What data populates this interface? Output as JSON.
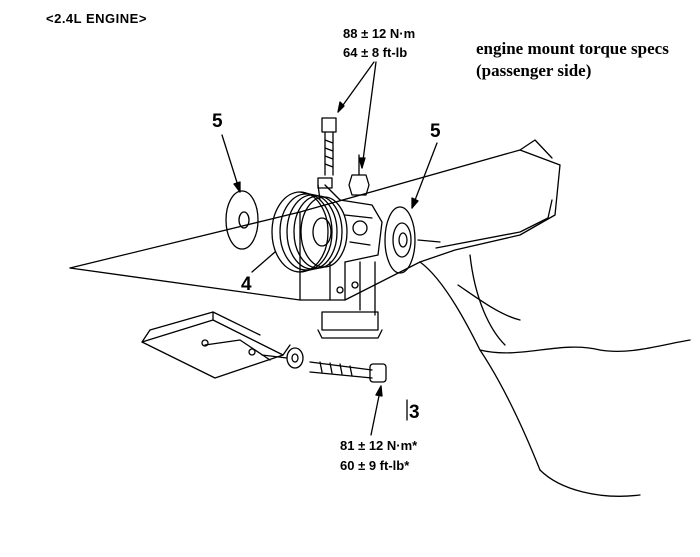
{
  "diagram": {
    "engine_label": "<2.4L ENGINE>",
    "torque_top": {
      "line1": "88 ± 12 N·m",
      "line2": "64 ± 8 ft-lb"
    },
    "torque_bottom": {
      "line1": "81 ± 12 N·m*",
      "line2": "60 ± 9 ft-lb*"
    },
    "note": {
      "line1": "engine mount torque specs",
      "line2": "(passenger side)"
    },
    "callouts": {
      "washer_left": "5",
      "washer_right": "5",
      "mount": "4",
      "bolt": "3"
    }
  },
  "colors": {
    "ink": "#000000",
    "background": "#ffffff"
  },
  "icons": {
    "mount_assembly": "engine-mount-icon",
    "washer": "washer-icon",
    "bolt": "bolt-icon"
  }
}
